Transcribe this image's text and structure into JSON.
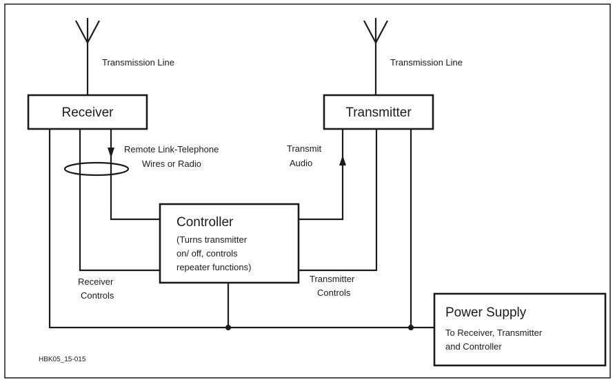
{
  "receiver": {
    "label": "Receiver",
    "transmission_line_label": "Transmission Line",
    "controls_label": [
      "Receiver",
      "Controls"
    ]
  },
  "transmitter": {
    "label": "Transmitter",
    "transmission_line_label": "Transmission Line",
    "controls_label": [
      "Transmitter",
      "Controls"
    ],
    "audio_label": [
      "Transmit",
      "Audio"
    ]
  },
  "remote_link": {
    "label": [
      "Remote Link-Telephone",
      "Wires or Radio"
    ]
  },
  "controller": {
    "label": "Controller",
    "description": [
      "(Turns transmitter",
      "on/ off, controls",
      "repeater functions)"
    ]
  },
  "power_supply": {
    "label": "Power Supply",
    "description": [
      "To Receiver, Transmitter",
      "and Controller"
    ]
  },
  "figure_code": "HBK05_15-015"
}
